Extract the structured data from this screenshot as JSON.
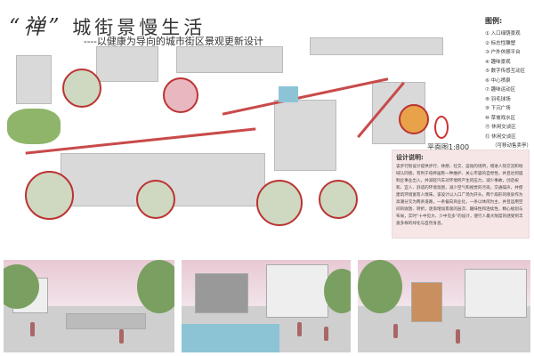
{
  "title": {
    "quote_char": "“禅”",
    "main": "城街景慢生活",
    "subtitle": "----以健康为导向的城市街区景观更新设计"
  },
  "legend": {
    "heading": "图例:",
    "items": [
      "① 入口绿荫景观",
      "② 标志性雕塑",
      "③ 户外休憩平台",
      "④ 趣味景观",
      "⑤ 数字传感互动区",
      "⑥ 中心喷泉",
      "⑦ 趣味运动区",
      "⑧ 羽毛球场",
      "⑨ 下沉广场",
      "⑩ 草坡戏水区",
      "⑪ 休闲交谈区",
      "⑫ 休闲交谈区",
      "（可移动售卖亭）"
    ]
  },
  "plan": {
    "scale": "平面图1:800"
  },
  "description": {
    "heading": "设计说明:",
    "text": "该步行街设计提供步行、休憩、社交、运动的场所，增进人际交流和地域认同感。有利于培养居民一种维护、关心市容的自觉性，并且达到遏制企事业出入，并减轻汽车对环境所产生的压力，减少事故，创造祝和、宜人、舒适的环境氛围，减少空气和视觉的污染，交通噪声，并使建筑环境富有人情味。该设计以入口广场为开头，两个扇形的喷泉作为高潮分叉为两条道路，一条偏向商业化，一条以休闲为主，并且运用空间的收放、转折，逐渐增加景观的层次、趣味性和连续性，精心规划与布局，实时“十中见大、少中见多”的设计，使行人最大限度的感受到丰富多样的绿化与自然身息。"
  }
}
